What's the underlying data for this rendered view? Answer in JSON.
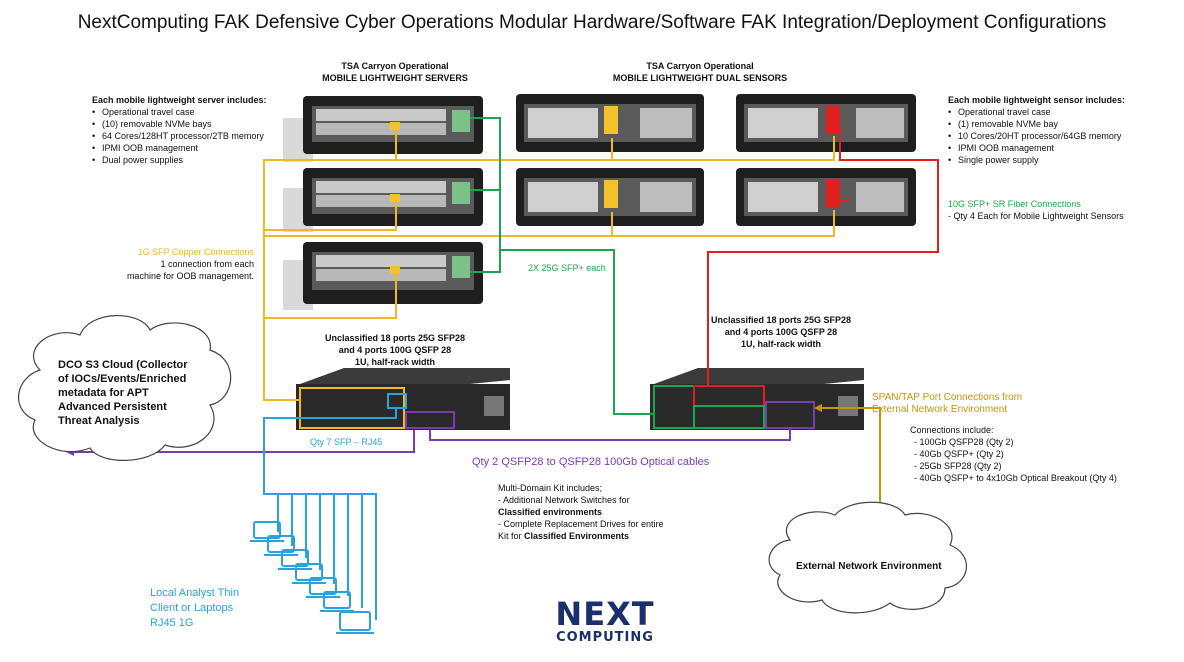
{
  "title": "NextComputing FAK Defensive Cyber Operations Modular Hardware/Software FAK Integration/Deployment Configurations",
  "colors": {
    "copper": "#f2b824",
    "green": "#1aa64a",
    "red": "#e0201e",
    "purple": "#7a3bb0",
    "blue": "#2aa2dc",
    "span": "#c8930a",
    "logo_blue": "#1a2f6b"
  },
  "servers_group": {
    "line1": "TSA Carryon Operational",
    "line2": "MOBILE LIGHTWEIGHT SERVERS"
  },
  "sensors_group": {
    "line1": "TSA Carryon Operational",
    "line2": "MOBILE LIGHTWEIGHT DUAL SENSORS"
  },
  "server_features": {
    "heading": "Each mobile lightweight server includes:",
    "items": [
      "Operational travel case",
      "(10) removable NVMe bays",
      "64 Cores/128HT processor/2TB memory",
      "IPMI OOB management",
      "Dual power supplies"
    ]
  },
  "sensor_features": {
    "heading": "Each mobile lightweight sensor includes:",
    "items": [
      "Operational travel case",
      "(1) removable NVMe bay",
      "10 Cores/20HT processor/64GB memory",
      "IPMI OOB management",
      "Single power supply"
    ]
  },
  "fiber": {
    "label": "10G SFP+ SR Fiber Connections",
    "detail": "- Qty 4 Each for Mobile Lightweight Sensors"
  },
  "copper": {
    "label": "1G SFP Copper Connections",
    "line2": "1 connection from each",
    "line3": "machine for OOB management."
  },
  "sfp25_label": "2X 25G SFP+ each",
  "switch_left": {
    "line1": "Unclassified 18 ports 25G SFP28",
    "line2": "and 4 ports 100G QSFP 28",
    "line3": "1U, half-rack width"
  },
  "switch_right": {
    "line1": "Unclassified 18 ports 25G SFP28",
    "line2": "and 4 ports 100G QSFP 28",
    "line3": "1U, half-rack width"
  },
  "cloud": {
    "line1": "DCO  S3 Cloud (Collector",
    "line2": "of IOCs/Events/Enriched",
    "line3": "metadata for APT",
    "line4": "Advanced Persistent",
    "line5": "Threat Analysis"
  },
  "sfp_rj45": "Qty 7 SFP – RJ45",
  "qsfp_cables": "Qty 2 QSFP28 to QSFP28  100Gb Optical cables",
  "span": {
    "line1": "SPAN/TAP Port Connections from",
    "line2": "External Network Environment"
  },
  "connections": {
    "heading": "Connections include:",
    "items": [
      "- 100Gb QSFP28 (Qty 2)",
      "- 40Gb QSFP+ (Qty 2)",
      "- 25Gb SFP28 (Qty 2)",
      "- 40Gb QSFP+ to 4x10Gb Optical Breakout (Qty 4)"
    ]
  },
  "multi_domain": {
    "l1": "Multi-Domain Kit includes;",
    "l2": "- Additional Network Switches for",
    "l3": "Classified environments",
    "l4": "- Complete Replacement Drives for entire",
    "l5a": "Kit for ",
    "l5b": "Classified Environments"
  },
  "external_network": "External Network Environment",
  "analyst": {
    "line1": "Local Analyst Thin",
    "line2": "Client or Laptops",
    "line3": "RJ45 1G"
  },
  "logo": {
    "top": "NEXT",
    "bottom": "COMPUTING"
  }
}
